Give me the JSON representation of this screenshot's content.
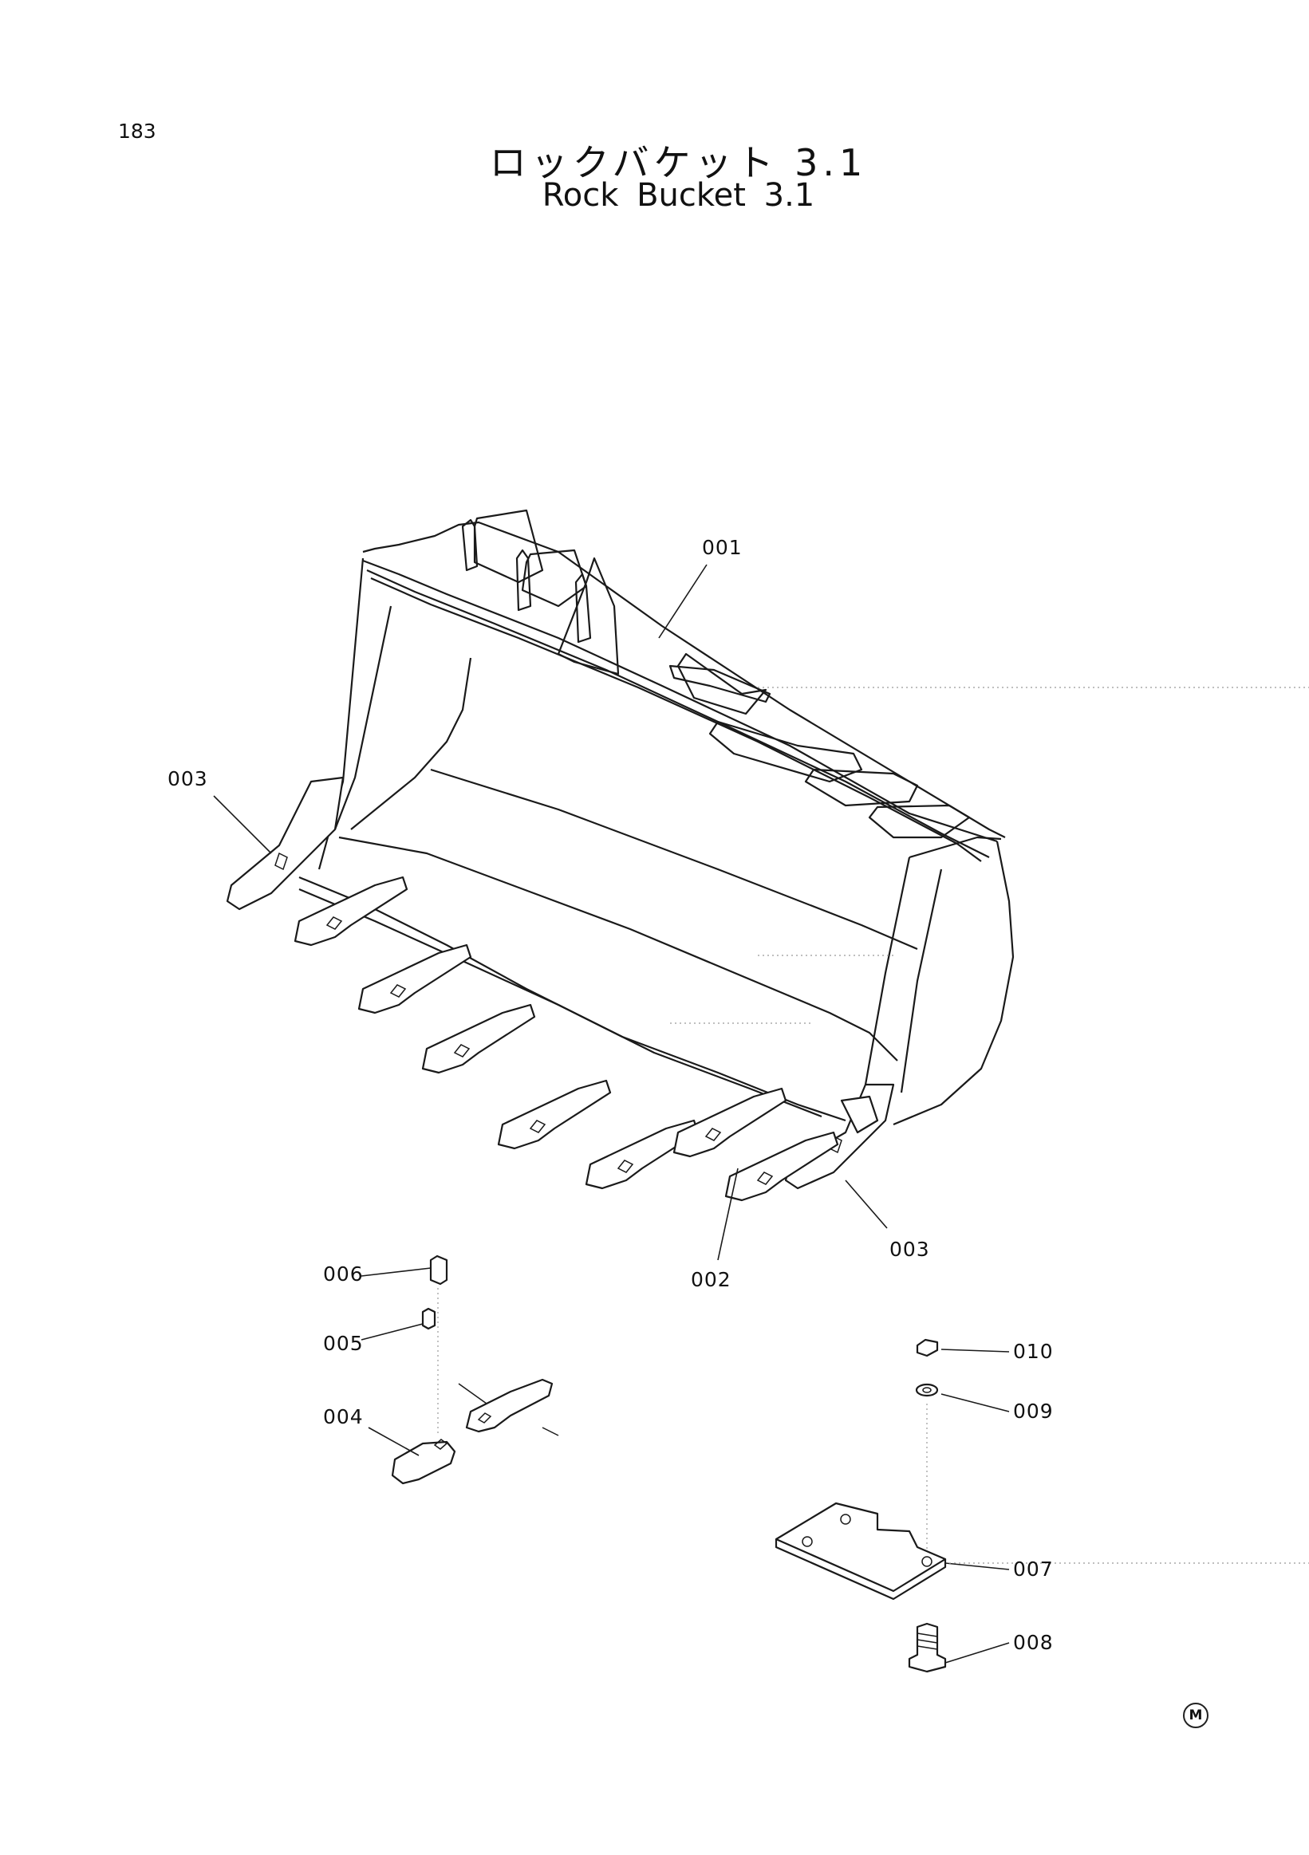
{
  "page": {
    "number": "183"
  },
  "title": {
    "japanese": "ロックバケット 3.1",
    "english": "Rock Bucket 3.1"
  },
  "callouts": {
    "c001": "001",
    "c002": "002",
    "c003_left": "003",
    "c003_right": "003",
    "c004": "004",
    "c005": "005",
    "c006": "006",
    "c007": "007",
    "c008": "008",
    "c009": "009",
    "c010": "010"
  },
  "footer": {
    "mark": "M"
  }
}
